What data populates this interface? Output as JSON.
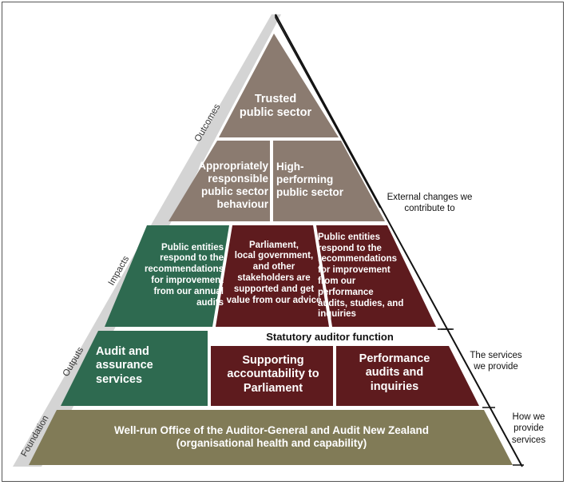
{
  "levels": {
    "outcomes": "Outcomes",
    "impacts": "Impacts",
    "outputs": "Outputs",
    "foundation": "Foundation"
  },
  "outcomes": {
    "top": "Trusted\npublic sector",
    "left": "Appropriately\nresponsible\npublic sector\nbehaviour",
    "right": "High-\nperforming\npublic sector"
  },
  "impacts": {
    "left": "Public entities\nrespond to the\nrecommendations\nfor improvement\nfrom our annual\naudits",
    "middle": "Parliament,\nlocal government,\nand other\nstakeholders are\nsupported and get\nvalue from our advice",
    "right": "Public entities\nrespond to the\nrecommendations\nfor improvement\nfrom our\nperformance\naudits, studies, and\ninquiries"
  },
  "outputs": {
    "statutory": "Statutory auditor function",
    "left": "Audit and\nassurance\nservices",
    "middle": "Supporting\naccountability to\nParliament",
    "right": "Performance\naudits and\ninquiries"
  },
  "foundation": {
    "text": "Well-run Office of the Auditor-General and Audit New Zealand\n(organisational health and capability)"
  },
  "side_notes": {
    "external": "External changes we\ncontribute to",
    "services": "The services\nwe provide",
    "how": "How we\nprovide\nservices"
  },
  "colors": {
    "taupe": "#8b7b70",
    "green": "#2e6a50",
    "maroon": "#5e1b1e",
    "olive": "#817b57",
    "grey_band": "#d4d4d4"
  }
}
